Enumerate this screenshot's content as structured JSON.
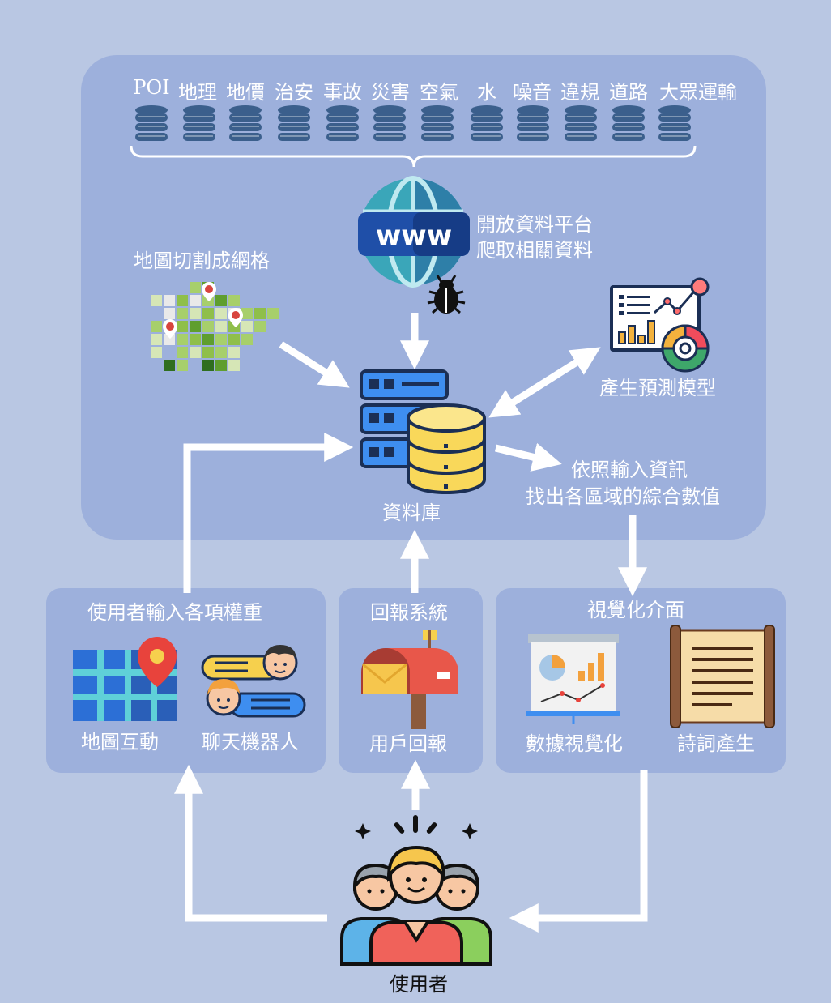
{
  "data_sources": {
    "categories": [
      "POI",
      "地理",
      "地價",
      "治安",
      "事故",
      "災害",
      "空氣",
      "水",
      "噪音",
      "違規",
      "道路",
      "大眾運輸"
    ]
  },
  "crawler": {
    "line1": "開放資料平台",
    "line2": "爬取相關資料",
    "www_text": "www"
  },
  "grid": {
    "label": "地圖切割成網格"
  },
  "database": {
    "label": "資料庫"
  },
  "model": {
    "label": "產生預測模型"
  },
  "compute": {
    "line1": "依照輸入資訊",
    "line2": "找出各區域的綜合數值"
  },
  "input_panel": {
    "title": "使用者輸入各項權重",
    "map_label": "地圖互動",
    "chatbot_label": "聊天機器人"
  },
  "feedback_panel": {
    "title": "回報系統",
    "user_feedback_label": "用戶回報"
  },
  "visual_panel": {
    "title": "視覺化介面",
    "dataviz_label": "數據視覺化",
    "poem_label": "詩詞產生"
  },
  "users": {
    "label": "使用者"
  },
  "colors": {
    "background": "#b9c7e3",
    "panel": "#9db0dc",
    "arrow": "#ffffff",
    "db_blue": "#3b5f8c",
    "db_yellow": "#f9d85a",
    "server_blue": "#3e8ef0",
    "grid_green": "#8fbf4a"
  }
}
